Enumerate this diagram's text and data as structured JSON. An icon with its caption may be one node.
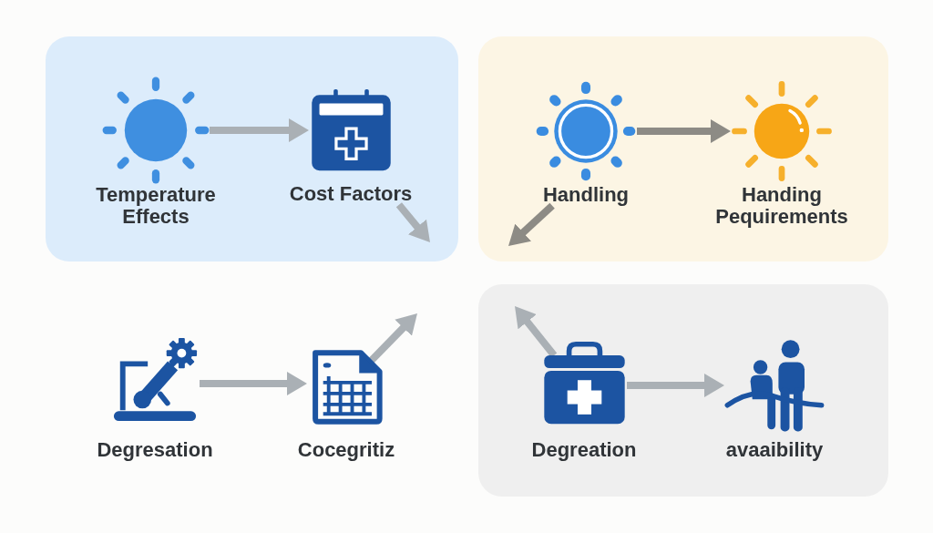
{
  "diagram": {
    "nodes": [
      {
        "text": [],
        "shape": "box"
      },
      {
        "text": [
          "Temperature Effects"
        ],
        "in": 0
      },
      {
        "text": [
          "Cost Factors"
        ],
        "in": 0
      },
      {
        "text": [],
        "shape": "box"
      },
      {
        "text": [
          "Handling"
        ],
        "in": 3
      },
      {
        "text": [
          "Handing Pequirements"
        ],
        "in": 3
      },
      {
        "text": [
          "Degresation"
        ]
      },
      {
        "text": [
          "Cocegritiz"
        ]
      },
      {
        "text": [],
        "shape": "box"
      },
      {
        "text": [
          "Degreation"
        ],
        "in": 8
      },
      {
        "text": [
          "avaaibility"
        ],
        "in": 8
      }
    ],
    "edges": [
      {
        "from": 1,
        "to": 2,
        "arrow": "to"
      },
      {
        "from": 2,
        "to": null,
        "arrow": "to"
      },
      {
        "from": 4,
        "to": 5,
        "arrow": "to",
        "color": "#8d8b85"
      },
      {
        "from": 4,
        "to": null,
        "arrow": "to",
        "color": "#8d8b85"
      },
      {
        "from": 6,
        "to": 7,
        "arrow": "to"
      },
      {
        "from": 7,
        "to": null,
        "arrow": "to"
      },
      {
        "from": 9,
        "to": 10,
        "arrow": "to"
      },
      {
        "from": 9,
        "to": null,
        "arrow": "to"
      }
    ]
  }
}
